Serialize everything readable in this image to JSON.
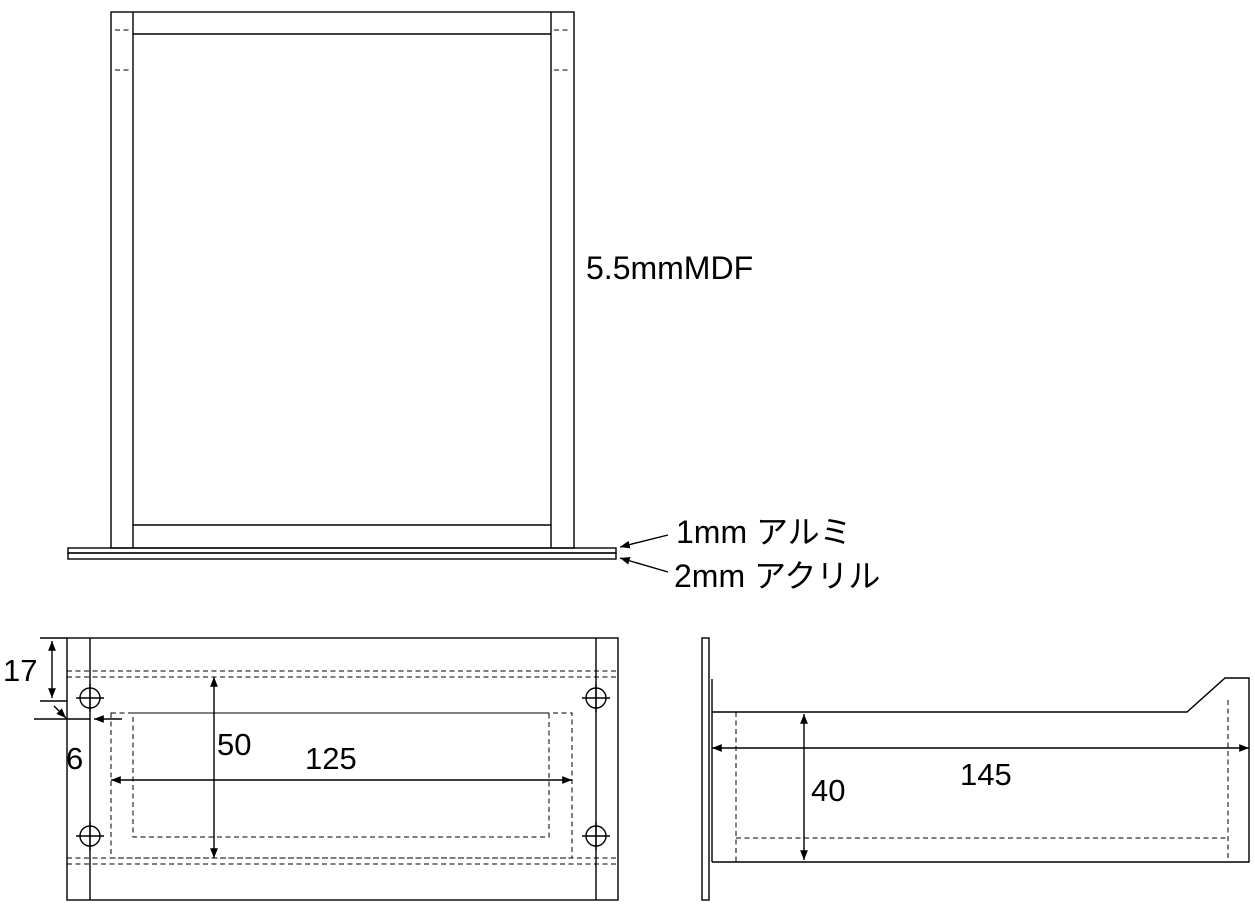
{
  "materials": {
    "mdf": "5.5mmMDF",
    "aluminum": "1mm アルミ",
    "acrylic": "2mm アクリル"
  },
  "dimensions": {
    "height_17": "17",
    "offset_6": "6",
    "inner_50": "50",
    "inner_125": "125",
    "side_40": "40",
    "side_145": "145"
  }
}
